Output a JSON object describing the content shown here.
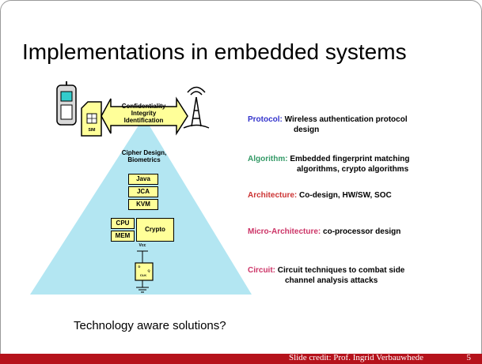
{
  "slide": {
    "title": "Implementations in embedded systems",
    "question": "Technology aware solutions?",
    "credit": "Slide credit: Prof. Ingrid Verbauwhede",
    "page_number": "5"
  },
  "diagram": {
    "security_goals": [
      "Confidentiality",
      "Integrity",
      "Identification"
    ],
    "sim_label": "SIM",
    "cipher_label_line1": "Cipher Design,",
    "cipher_label_line2": "Biometrics",
    "sw_boxes": [
      "Java",
      "JCA",
      "KVM"
    ],
    "hw_boxes": {
      "cpu": "CPU",
      "mem": "MEM",
      "crypto": "Crypto"
    },
    "circuit_labels": {
      "vcc": "Vcc",
      "d": "D",
      "q": "Q",
      "clk": "CLK"
    }
  },
  "layers": [
    {
      "label": "Protocol:",
      "line1": "Wireless authentication protocol",
      "line2": "design",
      "color": "#3333cc"
    },
    {
      "label": "Algorithm:",
      "line1": "Embedded fingerprint matching",
      "line2": "algorithms, crypto algorithms",
      "color": "#339966"
    },
    {
      "label": "Architecture:",
      "line1": "Co-design, HW/SW, SOC",
      "line2": "",
      "color": "#cc3333"
    },
    {
      "label": "Micro-Architecture:",
      "line1": "co-processor design",
      "line2": "",
      "color": "#cc3366"
    },
    {
      "label": "Circuit:",
      "line1": "Circuit techniques to combat side",
      "line2": "channel analysis attacks",
      "color": "#cc3366"
    }
  ],
  "colors": {
    "footer": "#b5121b",
    "pyramid": "#b3e6f2",
    "box_fill": "#ffff99"
  }
}
